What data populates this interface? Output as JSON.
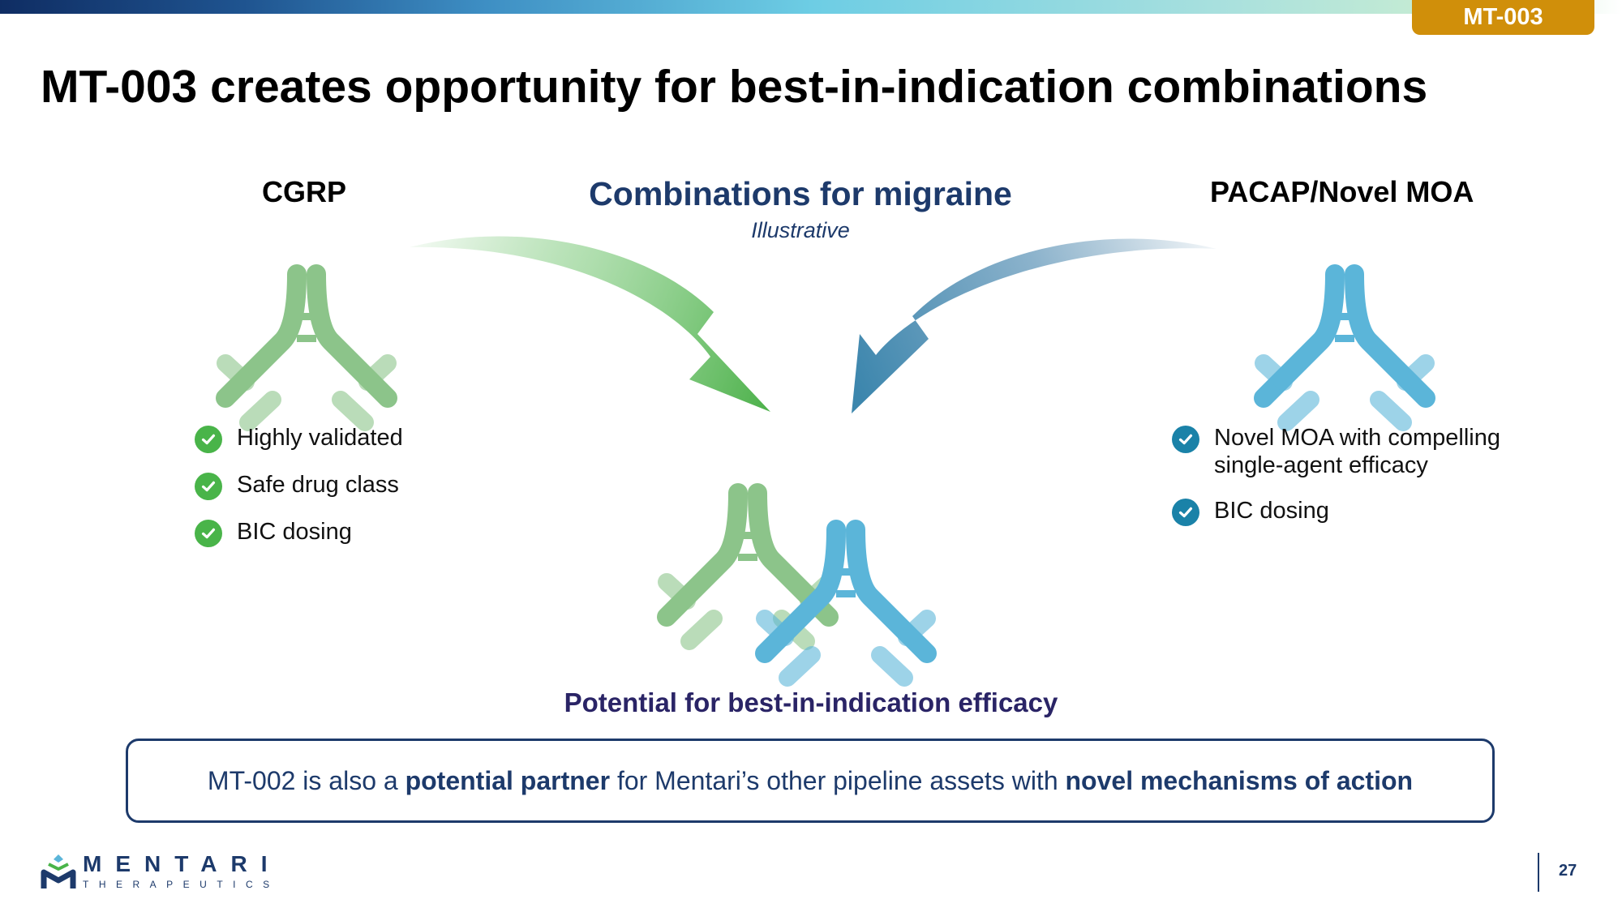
{
  "header": {
    "tag": "MT-003"
  },
  "title": "MT-003 creates opportunity for best-in-indication combinations",
  "left": {
    "heading": "CGRP",
    "items": [
      "Highly validated",
      "Safe drug class",
      "BIC dosing"
    ]
  },
  "center": {
    "heading": "Combinations for migraine",
    "subheading": "Illustrative",
    "outcome": "Potential for best-in-indication efficacy"
  },
  "right": {
    "heading": "PACAP/Novel MOA",
    "items": [
      {
        "line1": "Novel MOA with compelling",
        "line2": "single-agent efficacy"
      },
      {
        "line1": "BIC dosing",
        "line2": ""
      }
    ]
  },
  "callout": {
    "part1": "MT-002 is also a ",
    "bold1": "potential partner",
    "part2": " for Mentari’s other pipeline assets with ",
    "bold2": "novel mechanisms of action"
  },
  "footer": {
    "logo_name": "MENTARI",
    "logo_sub": "THERAPEUTICS",
    "page_number": "27"
  },
  "colors": {
    "cgrp_green": "#8cc48a",
    "pacap_blue": "#5bb5d9",
    "check_green": "#49b449",
    "check_teal": "#1a82a8",
    "navy": "#1d3a6b",
    "accent_gold": "#d08f0a"
  }
}
